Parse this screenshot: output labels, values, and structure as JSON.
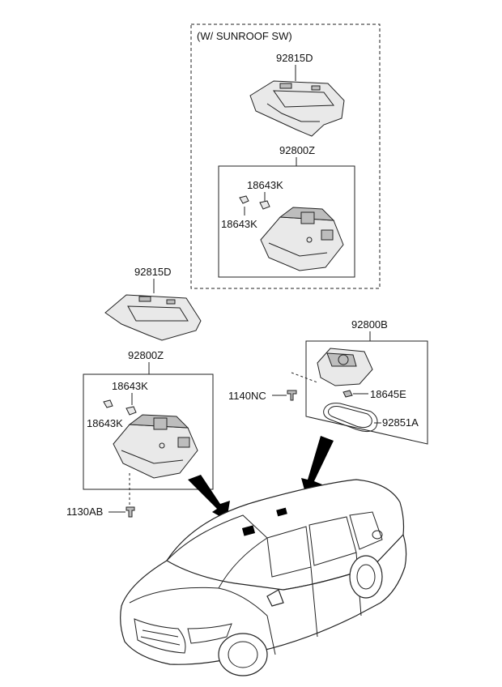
{
  "sunroof_group": {
    "title": "(W/ SUNROOF SW)",
    "headliner_part": "92815D",
    "lamp_assembly": "92800Z",
    "clip_upper": "18643K",
    "clip_lower": "18643K"
  },
  "standard_group": {
    "headliner_part": "92815D",
    "lamp_assembly": "92800Z",
    "clip_upper": "18643K",
    "clip_lower": "18643K",
    "screw": "1130AB"
  },
  "rear_group": {
    "lamp_assembly": "92800B",
    "screw": "1140NC",
    "bulb": "18645E",
    "lens": "92851A"
  }
}
